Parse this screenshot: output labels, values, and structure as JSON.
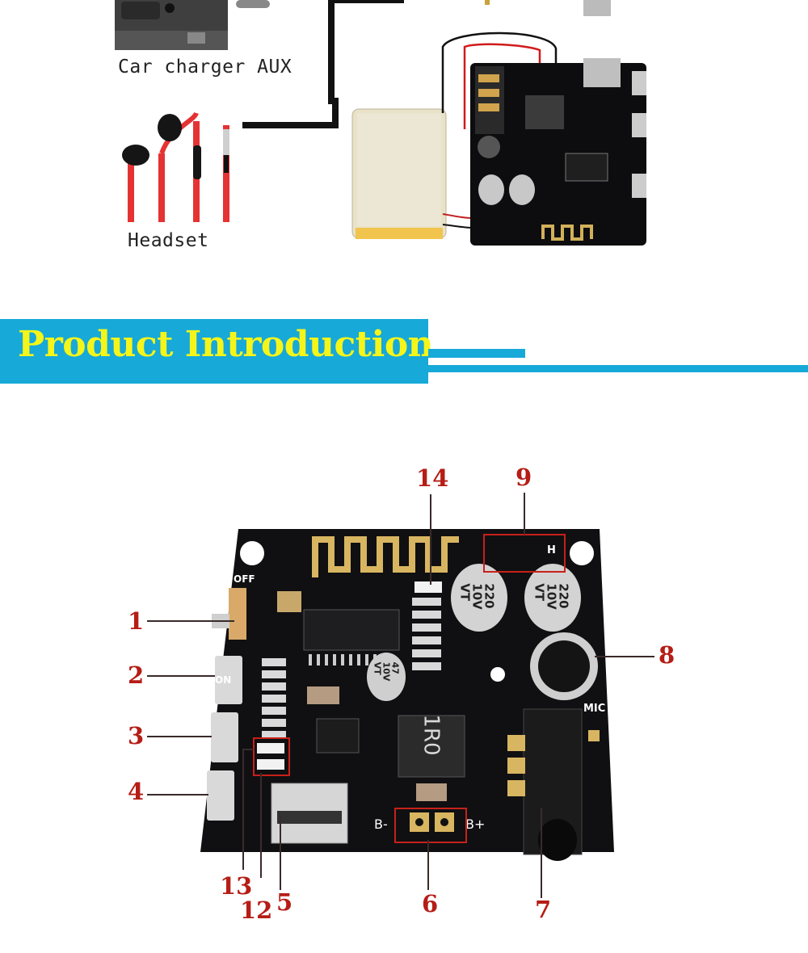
{
  "top_illustration": {
    "car_charger_caption": "Car charger AUX",
    "headset_caption": "Headset"
  },
  "banner": {
    "title": "Product Introduction"
  },
  "board": {
    "silkscreen": {
      "off": "OFF",
      "on": "ON",
      "mic": "MIC",
      "b_minus": "B-",
      "b_plus": "B+",
      "h": "H",
      "inductor": "1R0",
      "cap_large": "220\n10V\nVT",
      "cap_small": "47\n10V\nVT"
    }
  },
  "callouts": {
    "c1": "1",
    "c2": "2",
    "c3": "3",
    "c4": "4",
    "c5": "5",
    "c6": "6",
    "c7": "7",
    "c8": "8",
    "c9": "9",
    "c12": "12",
    "c13": "13",
    "c14": "14"
  },
  "colors": {
    "banner_bg": "#17a9d8",
    "banner_text": "#f5f51a",
    "callout_red": "#b51d16",
    "pcb_black": "#101012",
    "antenna_gold": "#d8b560"
  }
}
